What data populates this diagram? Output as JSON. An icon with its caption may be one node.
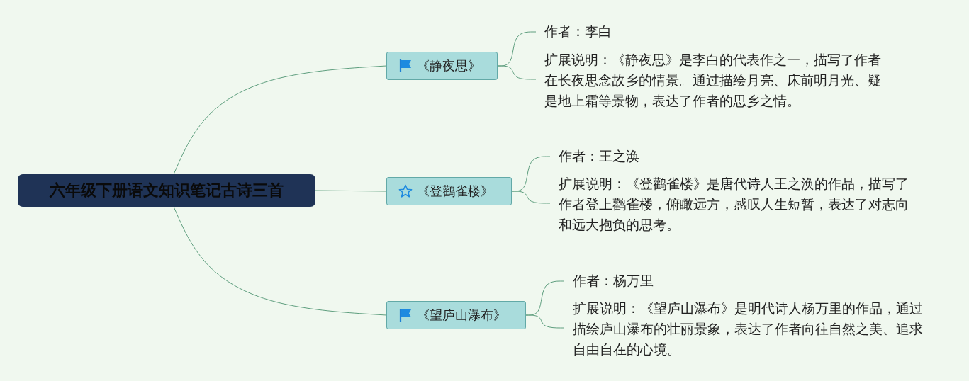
{
  "diagram": {
    "nodes": [
      {
        "text": [
          "六年级下册语文知识笔记古诗三首"
        ]
      },
      {
        "text": [
          "《静夜思》"
        ]
      },
      {
        "text": [
          "作者：李白"
        ]
      },
      {
        "text": [
          "扩展说明：《静夜思》是李白的代表作之一，描写了作者在长夜思念故乡的情景。通过描绘月亮、床前明月光、疑是地上霜等景物，表达了作者的思乡之情。"
        ]
      },
      {
        "text": [
          "《登鹳雀楼》"
        ]
      },
      {
        "text": [
          "作者：王之涣"
        ]
      },
      {
        "text": [
          "扩展说明：《登鹳雀楼》是唐代诗人王之涣的作品，描写了作者登上鹳雀楼，俯瞰远方，感叹人生短暂，表达了对志向和远大抱负的思考。"
        ]
      },
      {
        "text": [
          "《望庐山瀑布》"
        ]
      },
      {
        "text": [
          "作者：杨万里"
        ]
      },
      {
        "text": [
          "扩展说明：《望庐山瀑布》是明代诗人杨万里的作品，通过描绘庐山瀑布的壮丽景象，表达了作者向往自然之美、追求自由自在的心境。"
        ]
      }
    ],
    "edges": [
      {
        "from": 0,
        "to": 1,
        "arrow": "none"
      },
      {
        "from": 0,
        "to": 4,
        "arrow": "none"
      },
      {
        "from": 0,
        "to": 7,
        "arrow": "none"
      },
      {
        "from": 1,
        "to": 2,
        "arrow": "none"
      },
      {
        "from": 1,
        "to": 3,
        "arrow": "none"
      },
      {
        "from": 4,
        "to": 5,
        "arrow": "none"
      },
      {
        "from": 4,
        "to": 6,
        "arrow": "none"
      },
      {
        "from": 7,
        "to": 8,
        "arrow": "none"
      },
      {
        "from": 7,
        "to": 9,
        "arrow": "none"
      }
    ]
  }
}
